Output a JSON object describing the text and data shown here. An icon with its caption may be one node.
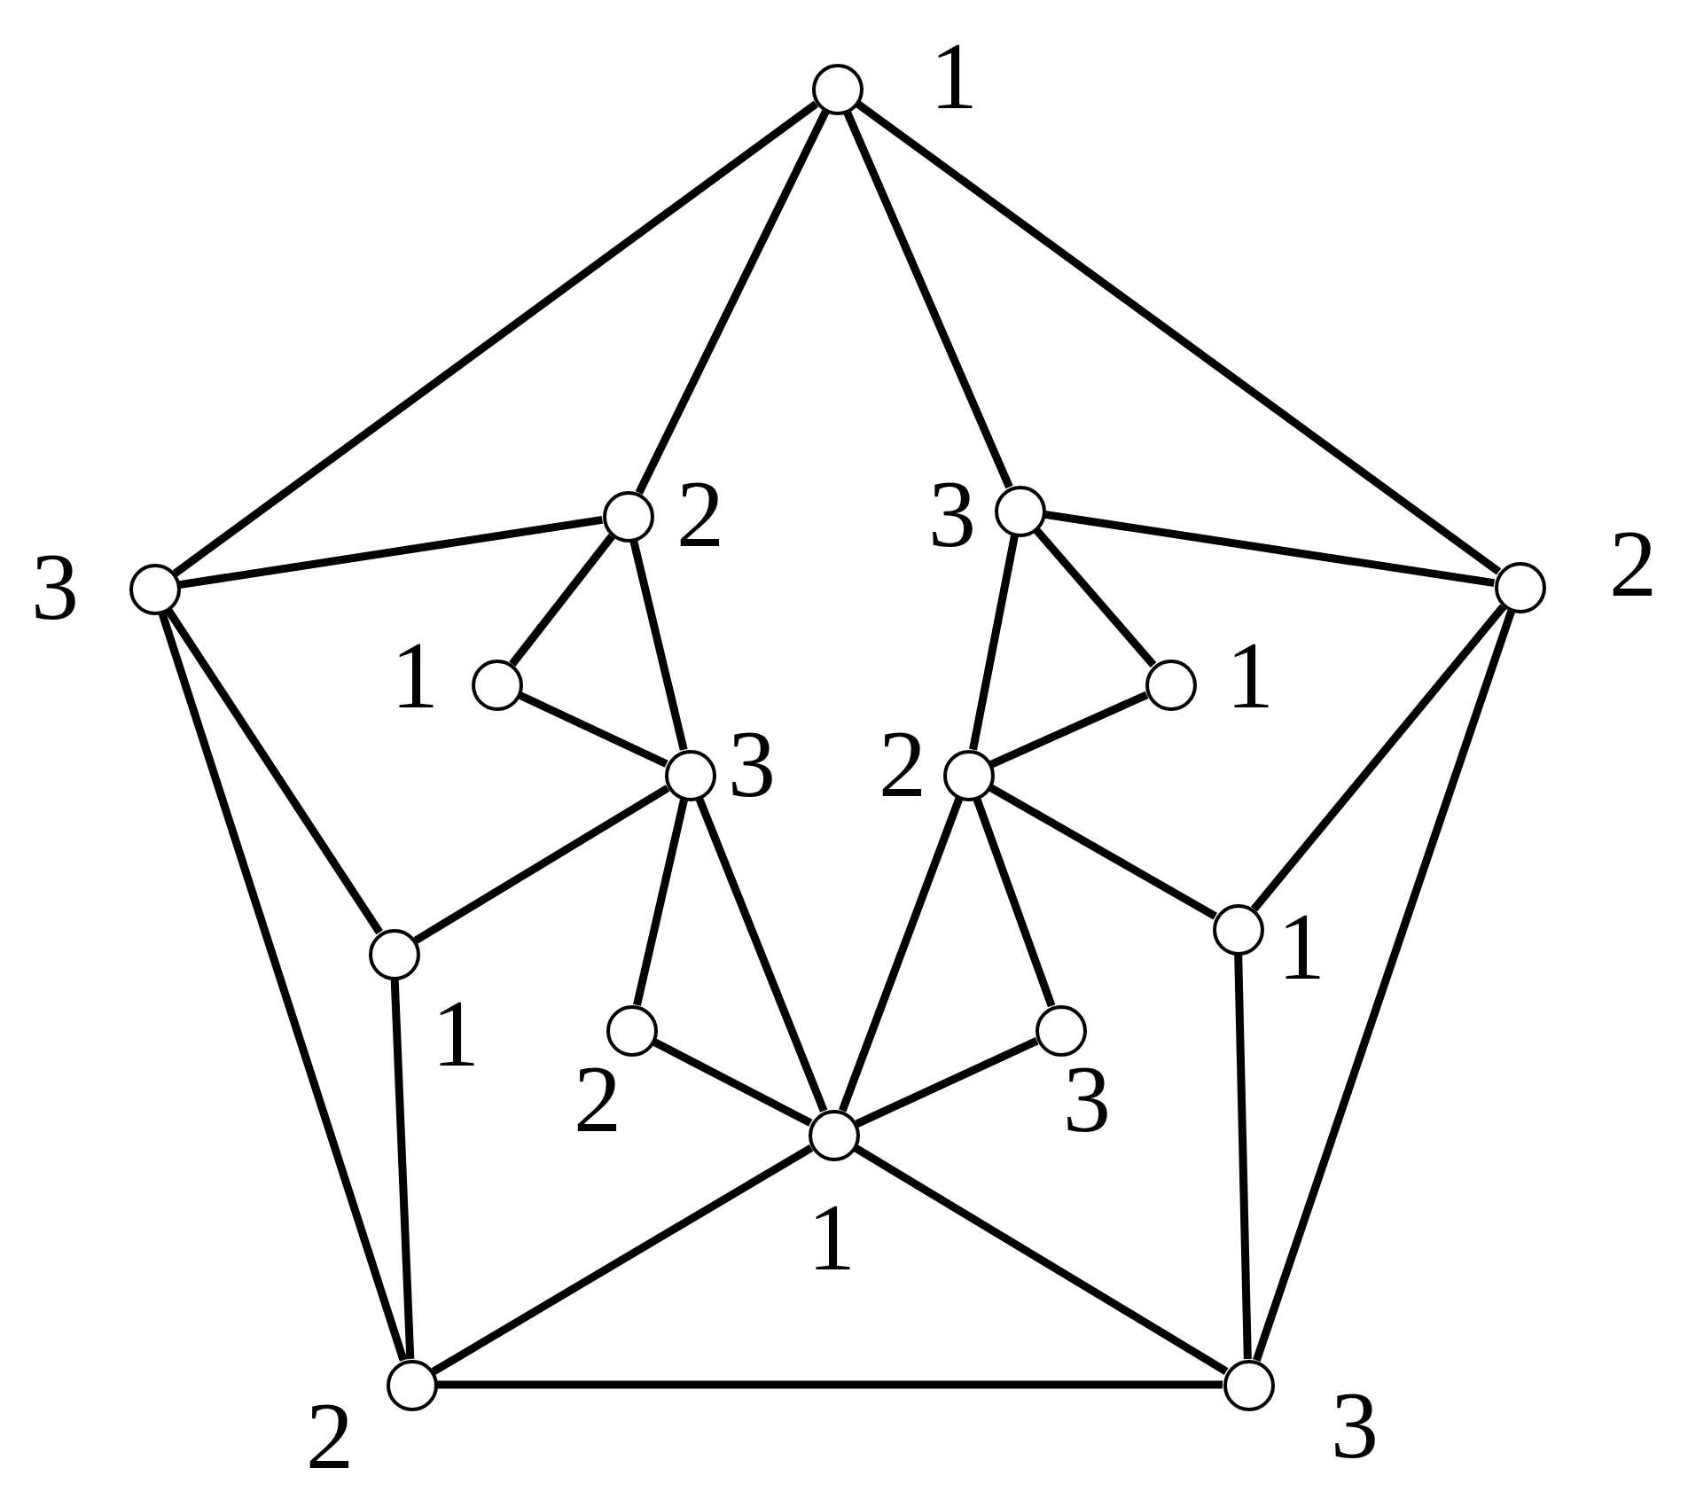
{
  "diagram": {
    "nodes": [
      {
        "text": [],
        "shape": "circle",
        "beside": [
          "1"
        ]
      },
      {
        "text": [],
        "shape": "circle",
        "beside": [
          "3"
        ]
      },
      {
        "text": [],
        "shape": "circle",
        "beside": [
          "2"
        ]
      },
      {
        "text": [],
        "shape": "circle",
        "beside": [
          "3"
        ]
      },
      {
        "text": [],
        "shape": "circle",
        "beside": [
          "2"
        ]
      },
      {
        "text": [],
        "shape": "circle",
        "beside": [
          "1"
        ]
      },
      {
        "text": [],
        "shape": "circle",
        "beside": [
          "1"
        ]
      },
      {
        "text": [],
        "shape": "circle",
        "beside": [
          "3"
        ]
      },
      {
        "text": [],
        "shape": "circle",
        "beside": [
          "2"
        ]
      },
      {
        "text": [],
        "shape": "circle",
        "beside": [
          "1"
        ]
      },
      {
        "text": [],
        "shape": "circle",
        "beside": [
          "1"
        ]
      },
      {
        "text": [],
        "shape": "circle",
        "beside": [
          "2"
        ]
      },
      {
        "text": [],
        "shape": "circle",
        "beside": [
          "3"
        ]
      },
      {
        "text": [],
        "shape": "circle",
        "beside": [
          "1"
        ]
      },
      {
        "text": [],
        "shape": "circle",
        "beside": [
          "2"
        ]
      },
      {
        "text": [],
        "shape": "circle",
        "beside": [
          "3"
        ]
      }
    ],
    "edges": [
      {
        "from": 0,
        "to": 1,
        "arrow": "none"
      },
      {
        "from": 0,
        "to": 2,
        "arrow": "none"
      },
      {
        "from": 0,
        "to": 3,
        "arrow": "none"
      },
      {
        "from": 0,
        "to": 4,
        "arrow": "none"
      },
      {
        "from": 1,
        "to": 2,
        "arrow": "none"
      },
      {
        "from": 1,
        "to": 9,
        "arrow": "none"
      },
      {
        "from": 1,
        "to": 14,
        "arrow": "none"
      },
      {
        "from": 2,
        "to": 5,
        "arrow": "none"
      },
      {
        "from": 2,
        "to": 7,
        "arrow": "none"
      },
      {
        "from": 3,
        "to": 4,
        "arrow": "none"
      },
      {
        "from": 3,
        "to": 6,
        "arrow": "none"
      },
      {
        "from": 3,
        "to": 8,
        "arrow": "none"
      },
      {
        "from": 4,
        "to": 10,
        "arrow": "none"
      },
      {
        "from": 4,
        "to": 15,
        "arrow": "none"
      },
      {
        "from": 5,
        "to": 7,
        "arrow": "none"
      },
      {
        "from": 6,
        "to": 8,
        "arrow": "none"
      },
      {
        "from": 7,
        "to": 9,
        "arrow": "none"
      },
      {
        "from": 7,
        "to": 11,
        "arrow": "none"
      },
      {
        "from": 7,
        "to": 13,
        "arrow": "none"
      },
      {
        "from": 8,
        "to": 13,
        "arrow": "none"
      },
      {
        "from": 8,
        "to": 12,
        "arrow": "none"
      },
      {
        "from": 8,
        "to": 10,
        "arrow": "none"
      },
      {
        "from": 9,
        "to": 14,
        "arrow": "none"
      },
      {
        "from": 10,
        "to": 15,
        "arrow": "none"
      },
      {
        "from": 11,
        "to": 13,
        "arrow": "none"
      },
      {
        "from": 12,
        "to": 13,
        "arrow": "none"
      },
      {
        "from": 13,
        "to": 14,
        "arrow": "none"
      },
      {
        "from": 13,
        "to": 15,
        "arrow": "none"
      },
      {
        "from": 14,
        "to": 15,
        "arrow": "none"
      }
    ]
  }
}
